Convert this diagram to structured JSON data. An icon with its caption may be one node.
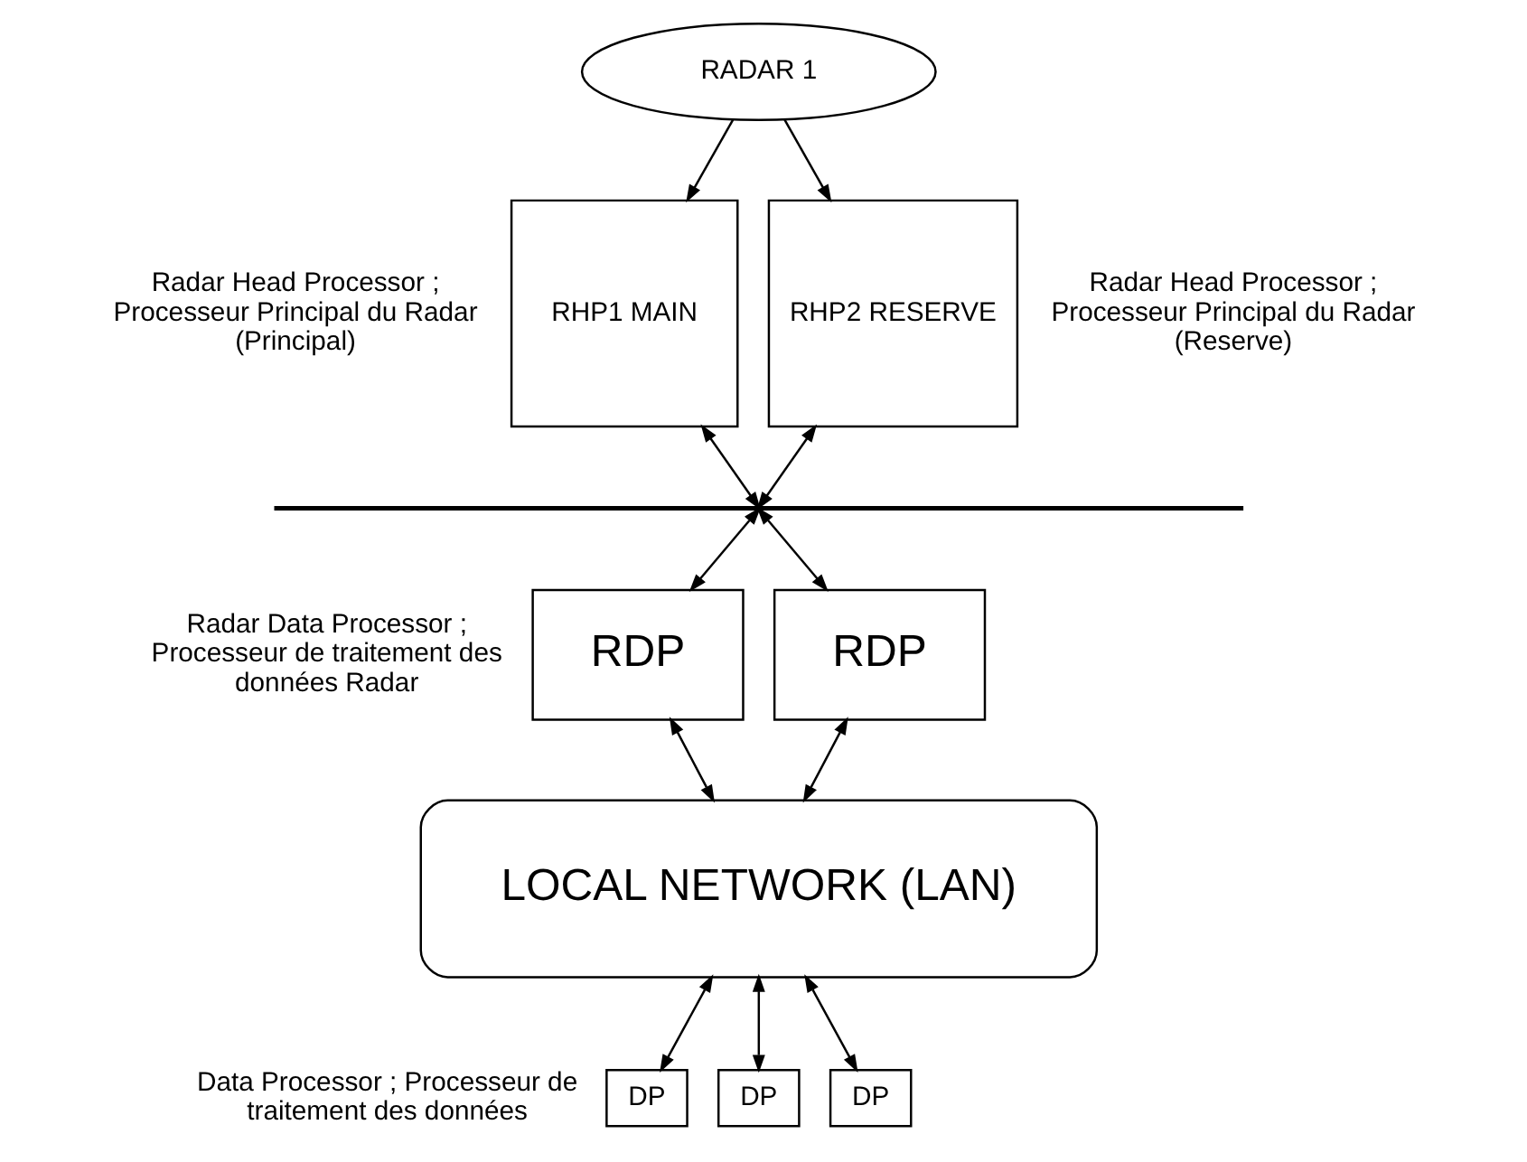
{
  "diagram": {
    "nodes": [
      {
        "text": [
          "RADAR 1"
        ]
      },
      {
        "text": [
          "RHP1 MAIN"
        ],
        "beside": [
          "Radar Head Processor ; Processeur Principal du Radar (Principal)"
        ]
      },
      {
        "text": [
          "RHP2 RESERVE"
        ],
        "beside": [
          "Radar Head Processor ; Processeur Principal du Radar (Reserve)"
        ]
      },
      {
        "text": [],
        "shape": "bar"
      },
      {
        "text": [
          "RDP"
        ],
        "beside": [
          "Radar Data Processor ; Processeur de traitement des données Radar"
        ]
      },
      {
        "text": [
          "RDP"
        ]
      },
      {
        "text": [
          "LOCAL NETWORK (LAN)"
        ]
      },
      {
        "text": [
          "DP"
        ],
        "beside": [
          "Data Processor ; Processeur de traitement des données"
        ]
      },
      {
        "text": [
          "DP"
        ]
      },
      {
        "text": [
          "DP"
        ]
      }
    ],
    "edges": [
      {
        "from": 0,
        "to": 1,
        "arrow": "to"
      },
      {
        "from": 0,
        "to": 2,
        "arrow": "to"
      },
      {
        "from": 1,
        "to": 3,
        "arrow": "both"
      },
      {
        "from": 2,
        "to": 3,
        "arrow": "both"
      },
      {
        "from": 3,
        "to": 4,
        "arrow": "both"
      },
      {
        "from": 3,
        "to": 5,
        "arrow": "both"
      },
      {
        "from": 4,
        "to": 6,
        "arrow": "both"
      },
      {
        "from": 5,
        "to": 6,
        "arrow": "both"
      },
      {
        "from": 6,
        "to": 7,
        "arrow": "both"
      },
      {
        "from": 6,
        "to": 8,
        "arrow": "both"
      },
      {
        "from": 6,
        "to": 9,
        "arrow": "both"
      }
    ]
  }
}
